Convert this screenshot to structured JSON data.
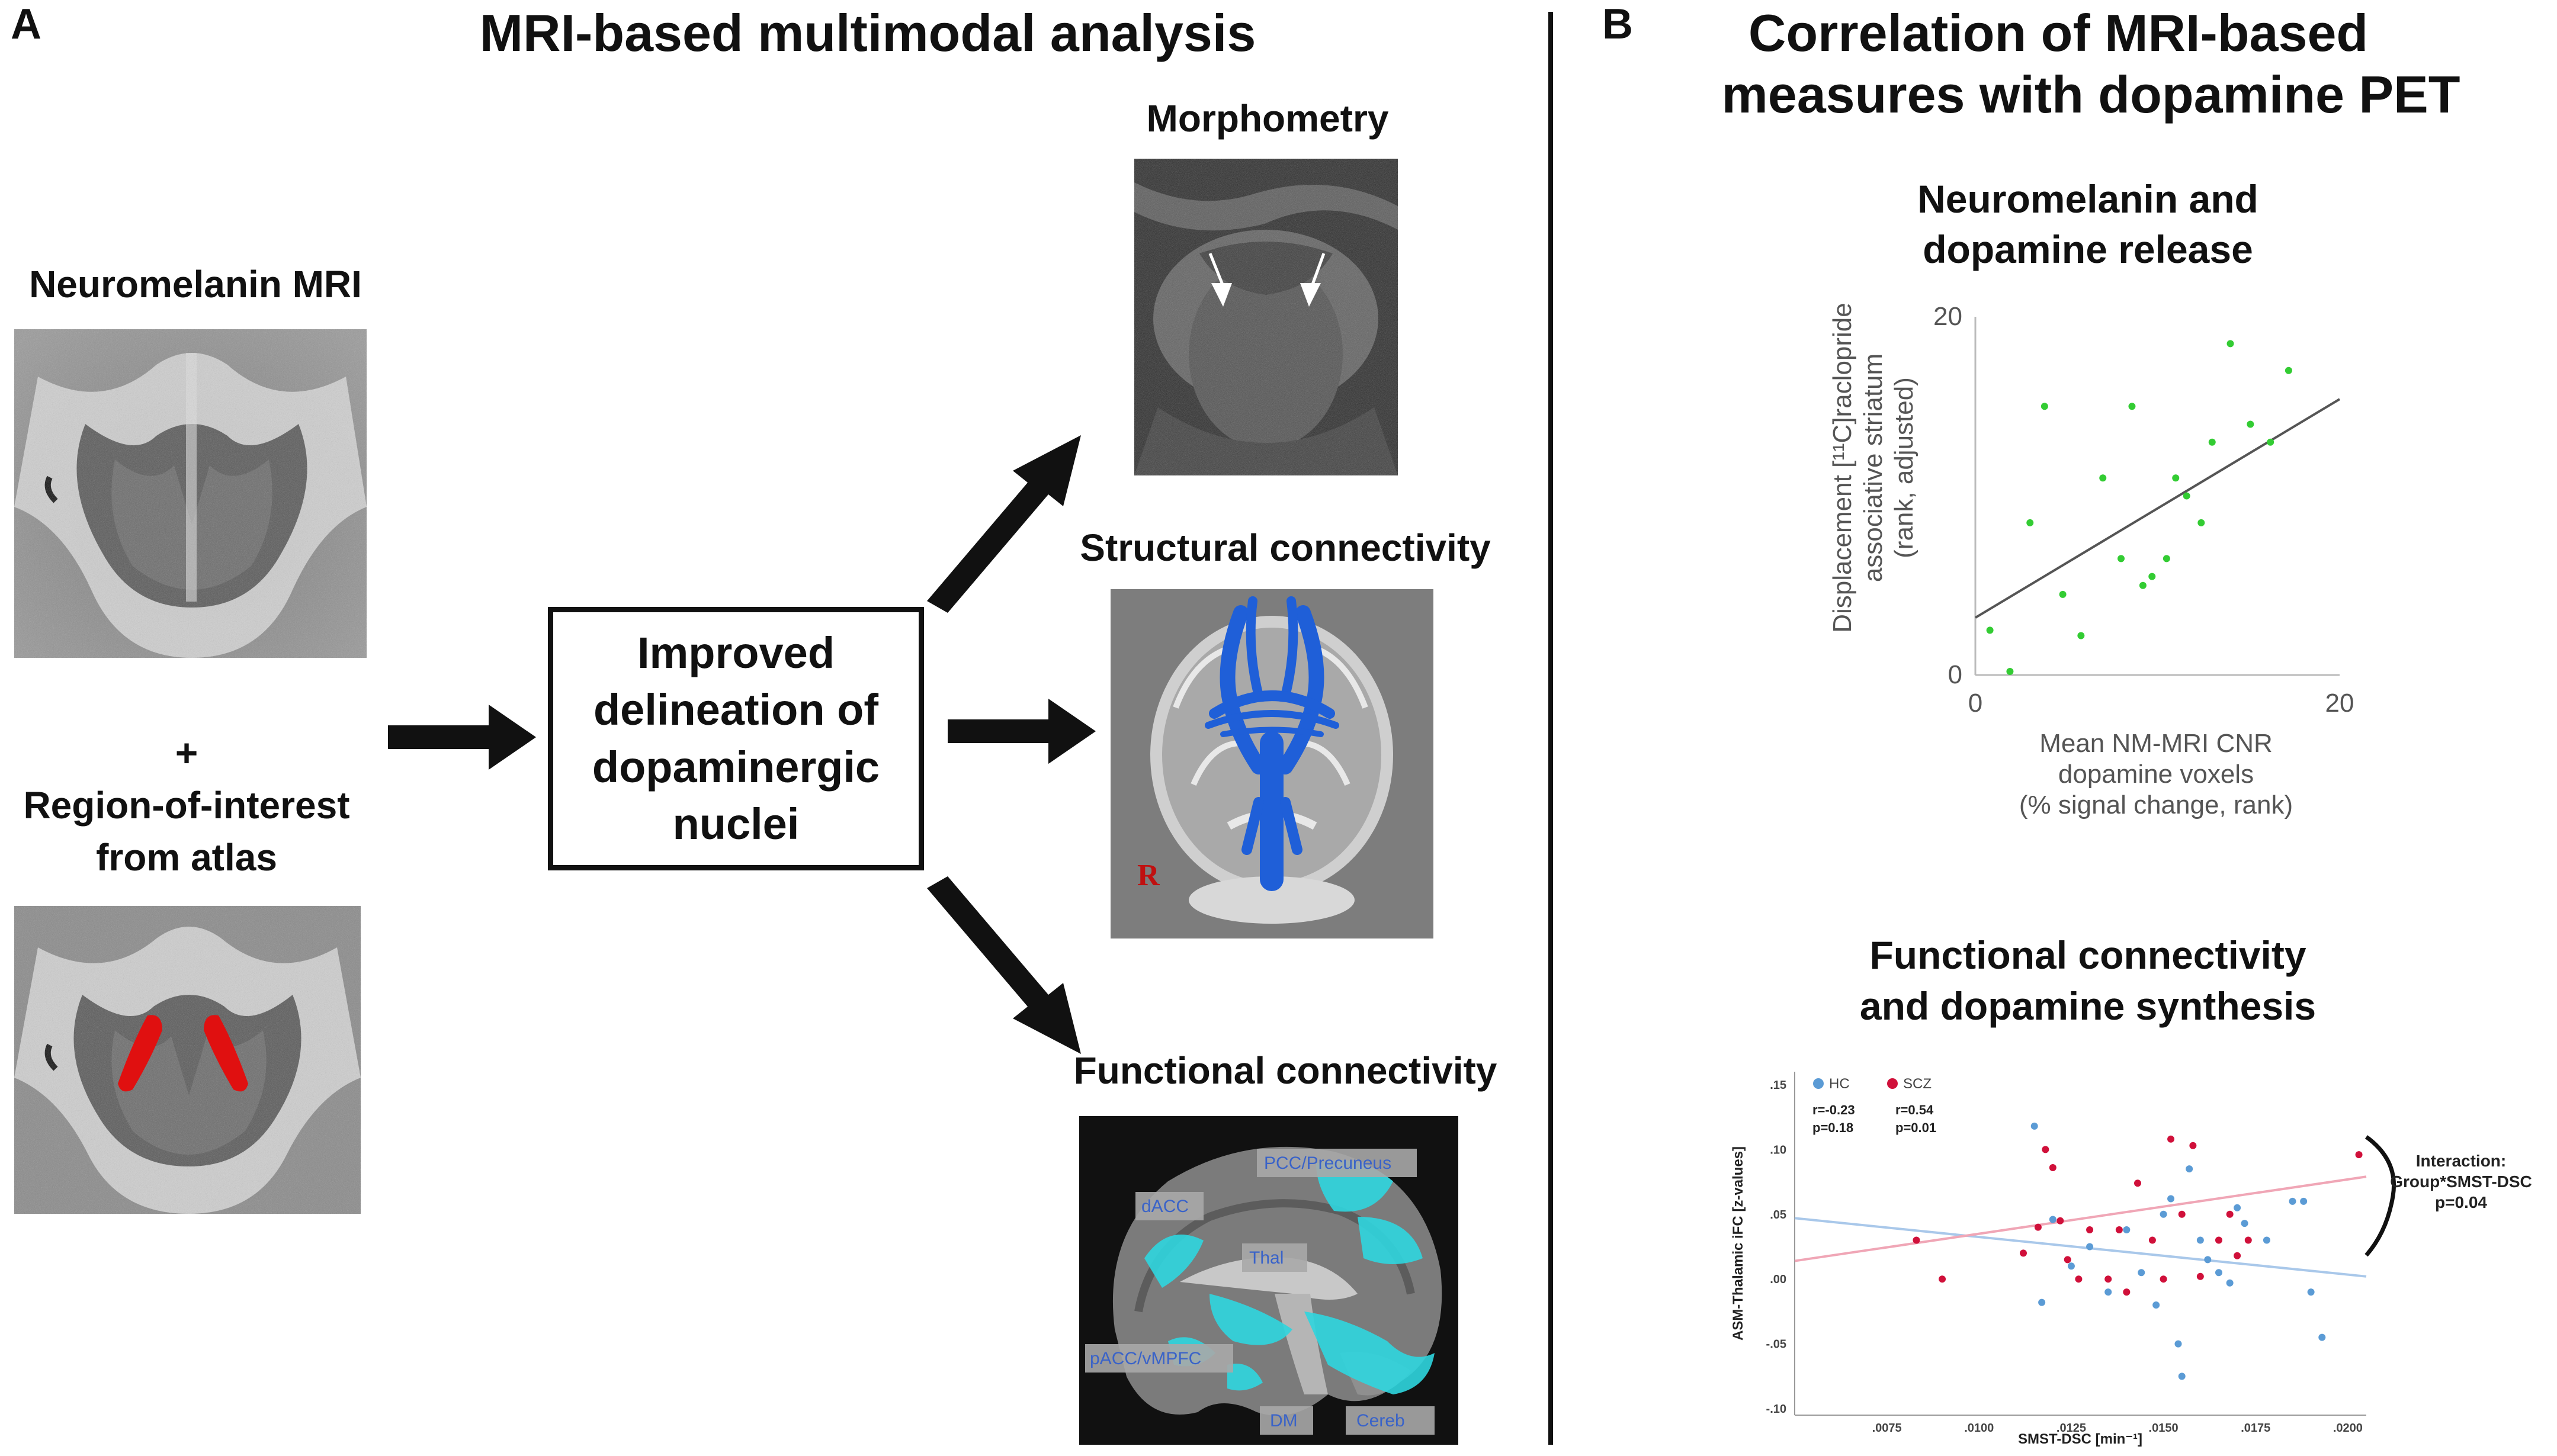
{
  "panel_a": {
    "letter": "A",
    "title": "MRI-based multimodal analysis",
    "neuromelanin_label": "Neuromelanin MRI",
    "plus": "+",
    "roi_label_line1": "Region-of-interest",
    "roi_label_line2": "from atlas",
    "box_line1": "Improved",
    "box_line2": "delineation of",
    "box_line3": "dopaminergic",
    "box_line4": "nuclei",
    "morphometry_label": "Morphometry",
    "structural_label": "Structural connectivity",
    "functional_label": "Functional connectivity",
    "structural_marker": "R",
    "brain_labels": {
      "pcc": "PCC/Precuneus",
      "dacc": "dACC",
      "thal": "Thal",
      "pacc": "pACC/vMPFC",
      "dm": "DM",
      "cereb": "Cereb"
    }
  },
  "panel_b": {
    "letter": "B",
    "title_line1": "Correlation of MRI-based",
    "title_line2": "measures with dopamine PET",
    "chart1_title_line1": "Neuromelanin and",
    "chart1_title_line2": "dopamine release",
    "chart2_title_line1": "Functional connectivity",
    "chart2_title_line2": "and dopamine synthesis"
  },
  "colors": {
    "scatter1_point": "#33cc33",
    "hc": "#5b9bd5",
    "scz": "#d0103a",
    "hc_line": "#a9c8ea",
    "scz_line": "#f0a6b6",
    "roi_red": "#e01010",
    "tract_blue": "#1f5fd8",
    "fc_cyan": "#2fd6df",
    "label_blue": "#3a63c8"
  },
  "chart_data": [
    {
      "type": "scatter",
      "title": "",
      "xlabel_line1": "Mean NM-MRI CNR",
      "xlabel_line2": "dopamine voxels",
      "xlabel_line3": "(% signal change, rank)",
      "ylabel_line1": "Displacement [¹¹C]raclopride",
      "ylabel_line2": "associative striatum",
      "ylabel_line3": "(rank, adjusted)",
      "xlim": [
        0,
        20
      ],
      "ylim": [
        0,
        20
      ],
      "xticks": [
        "0",
        "20"
      ],
      "yticks": [
        "0",
        "20"
      ],
      "x": [
        0.8,
        1.9,
        3.0,
        3.8,
        4.8,
        5.8,
        7.0,
        8.0,
        8.6,
        9.2,
        9.7,
        10.5,
        11.0,
        11.6,
        12.4,
        13.0,
        14.0,
        15.1,
        16.2,
        17.2
      ],
      "y": [
        2.5,
        0.2,
        8.5,
        15.0,
        4.5,
        2.2,
        11.0,
        6.5,
        15.0,
        5.0,
        5.5,
        6.5,
        11.0,
        10.0,
        8.5,
        13.0,
        18.5,
        14.0,
        13.0,
        17.0
      ],
      "fit": {
        "x": [
          0,
          20
        ],
        "y": [
          3.2,
          15.4
        ]
      },
      "grid": false
    },
    {
      "type": "scatter",
      "title": "",
      "xlabel": "SMST-DSC [min⁻¹]",
      "ylabel": "ASM-Thalamic iFC [z-values]",
      "xlim": [
        0.005,
        0.0205
      ],
      "ylim": [
        -0.105,
        0.16
      ],
      "xticks": [
        ".0075",
        ".0100",
        ".0125",
        ".0150",
        ".0175",
        ".0200"
      ],
      "yticks": [
        ".15",
        ".10",
        ".05",
        ".00",
        "-.05",
        "-.10"
      ],
      "legend_position": "top-left",
      "series": [
        {
          "name": "HC",
          "stat_r": "r=-0.23",
          "stat_p": "p=0.18",
          "x": [
            0.0115,
            0.0117,
            0.012,
            0.0125,
            0.013,
            0.0135,
            0.014,
            0.0144,
            0.0148,
            0.015,
            0.0152,
            0.0154,
            0.0155,
            0.0157,
            0.016,
            0.0162,
            0.0165,
            0.0168,
            0.017,
            0.0172,
            0.0178,
            0.0185,
            0.0188,
            0.019,
            0.0193
          ],
          "y": [
            0.118,
            -0.018,
            0.046,
            0.01,
            0.025,
            -0.01,
            0.038,
            0.005,
            -0.02,
            0.05,
            0.062,
            -0.05,
            -0.075,
            0.085,
            0.03,
            0.015,
            0.005,
            -0.003,
            0.055,
            0.043,
            0.03,
            0.06,
            0.06,
            -0.01,
            -0.045
          ]
        },
        {
          "name": "SCZ",
          "stat_r": "r=0.54",
          "stat_p": "p=0.01",
          "x": [
            0.0083,
            0.009,
            0.0112,
            0.0116,
            0.0118,
            0.012,
            0.0122,
            0.0124,
            0.0127,
            0.013,
            0.0135,
            0.0138,
            0.014,
            0.0143,
            0.0147,
            0.015,
            0.0152,
            0.0155,
            0.0158,
            0.016,
            0.0165,
            0.0168,
            0.017,
            0.0173,
            0.0203
          ],
          "y": [
            0.03,
            0.0,
            0.02,
            0.04,
            0.1,
            0.086,
            0.045,
            0.015,
            0.0,
            0.038,
            0.0,
            0.038,
            -0.01,
            0.074,
            0.03,
            0.0,
            0.108,
            0.05,
            0.103,
            0.002,
            0.03,
            0.05,
            0.018,
            0.03,
            0.096
          ]
        }
      ],
      "fit_hc": {
        "x": [
          0.005,
          0.0205
        ],
        "y": [
          0.047,
          0.002
        ]
      },
      "fit_scz": {
        "x": [
          0.005,
          0.0205
        ],
        "y": [
          0.014,
          0.079
        ]
      },
      "annotation_line1": "Interaction:",
      "annotation_line2": "Group*SMST-DSC",
      "annotation_line3": "p=0.04",
      "grid": false
    }
  ]
}
